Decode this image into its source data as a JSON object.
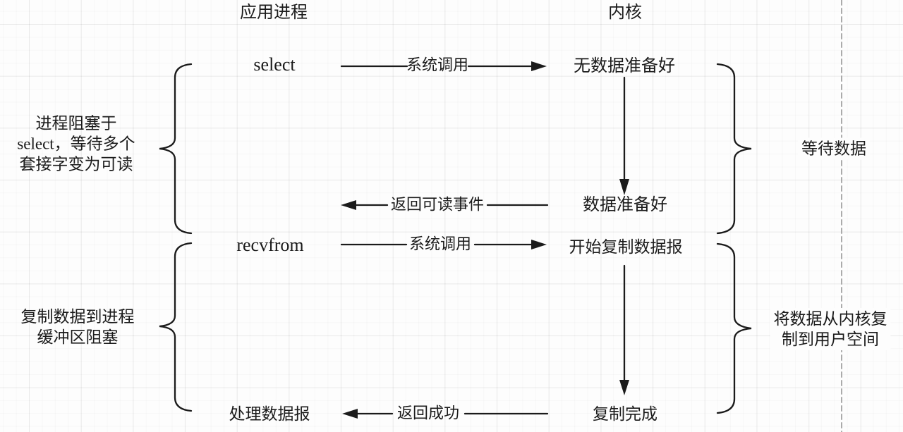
{
  "headers": {
    "app": "应用进程",
    "kernel": "内核"
  },
  "app_column": {
    "select": "select",
    "recvfrom": "recvfrom",
    "process_datagram": "处理数据报"
  },
  "kernel_column": {
    "no_data_ready": "无数据准备好",
    "data_ready": "数据准备好",
    "start_copy": "开始复制数据报",
    "copy_complete": "复制完成"
  },
  "arrow_labels": {
    "syscall_1": "系统调用",
    "return_readable": "返回可读事件",
    "syscall_2": "系统调用",
    "return_success": "返回成功"
  },
  "notes": {
    "left_top": {
      "lines": [
        "进程阻塞于",
        "select，等待多个",
        "套接字变为可读"
      ]
    },
    "left_bottom": {
      "lines": [
        "复制数据到进程",
        "缓冲区阻塞"
      ]
    },
    "right_top": "等待数据",
    "right_bottom": {
      "lines": [
        "将数据从内核复",
        "制到用户空间"
      ]
    }
  },
  "colors": {
    "ink": "#1b1b1b",
    "background": "#fdfdfd",
    "grid_major": "#ececec",
    "grid_minor": "#f6f6f6",
    "dashed_divider": "#ababab"
  }
}
